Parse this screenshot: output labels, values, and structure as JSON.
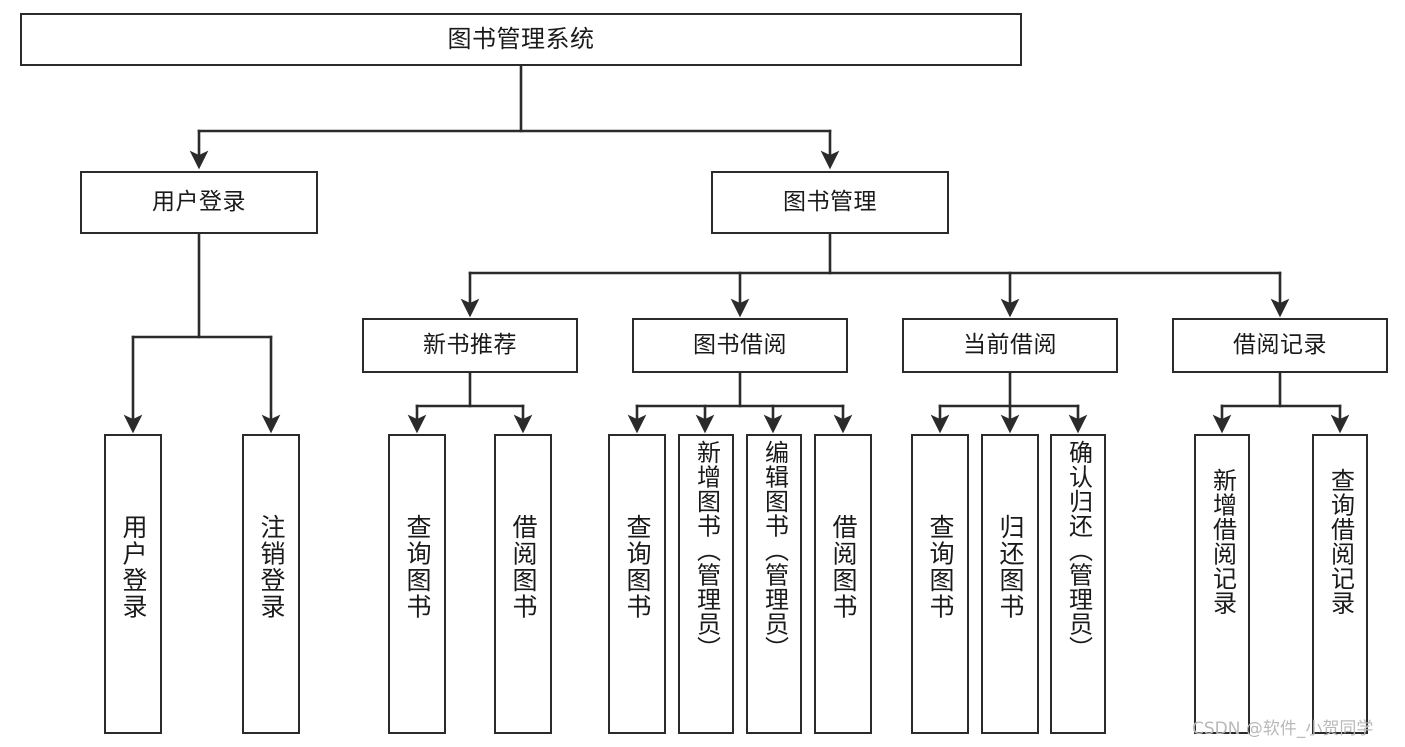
{
  "diagram": {
    "type": "tree-hierarchy",
    "title": "图书管理系统",
    "orientation": "top-down",
    "colors": {
      "stroke": "#2b2b2b",
      "fill": "#ffffff",
      "text": "#1a1a1a",
      "watermark": "#b9b9b9"
    },
    "nodes": {
      "root": {
        "label": "图书管理系统"
      },
      "level2": [
        {
          "id": "user-login",
          "label": "用户登录"
        },
        {
          "id": "book-management",
          "label": "图书管理"
        }
      ],
      "level3": [
        {
          "id": "new-book-recommend",
          "label": "新书推荐"
        },
        {
          "id": "book-borrow",
          "label": "图书借阅"
        },
        {
          "id": "current-borrow",
          "label": "当前借阅"
        },
        {
          "id": "borrow-record",
          "label": "借阅记录"
        }
      ],
      "leaves": {
        "user-login": [
          {
            "id": "leaf-user-login",
            "label": "用户登录"
          },
          {
            "id": "leaf-user-logout",
            "label": "注销登录"
          }
        ],
        "new-book-recommend": [
          {
            "id": "leaf-query-book-1",
            "label": "查询图书"
          },
          {
            "id": "leaf-borrow-book-1",
            "label": "借阅图书"
          }
        ],
        "book-borrow": [
          {
            "id": "leaf-query-book-2",
            "label": "查询图书"
          },
          {
            "id": "leaf-add-book",
            "label": "新增图书（管理员）"
          },
          {
            "id": "leaf-edit-book",
            "label": "编辑图书（管理员）"
          },
          {
            "id": "leaf-borrow-book-2",
            "label": "借阅图书"
          }
        ],
        "current-borrow": [
          {
            "id": "leaf-query-book-3",
            "label": "查询图书"
          },
          {
            "id": "leaf-return-book",
            "label": "归还图书"
          },
          {
            "id": "leaf-confirm-return",
            "label": "确认归还（管理员）"
          }
        ],
        "borrow-record": [
          {
            "id": "leaf-add-record",
            "label": "新增借阅记录"
          },
          {
            "id": "leaf-query-record",
            "label": "查询借阅记录"
          }
        ]
      }
    },
    "watermark": "CSDN @软件_小贺同学"
  }
}
